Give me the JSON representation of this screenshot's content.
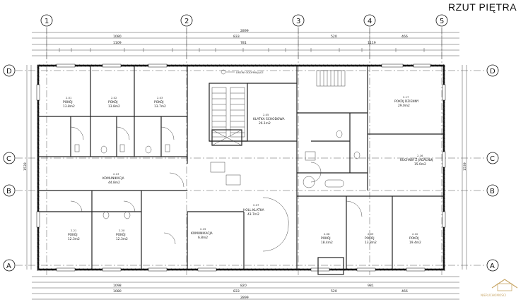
{
  "sheet": {
    "title": "RZUT PIĘTRA"
  },
  "axes": {
    "vertical": [
      "1",
      "2",
      "3",
      "4",
      "5"
    ],
    "horizontal": [
      "D",
      "C",
      "B",
      "A"
    ]
  },
  "dimensions": {
    "overall_top": "2899",
    "overall_bottom": "2899",
    "top_row1": [
      "1080",
      "833",
      "520",
      "466"
    ],
    "top_row2": [
      "1109",
      "781",
      "1119"
    ],
    "bottom_row1": [
      "1098",
      "820",
      "981"
    ],
    "bottom_row2": [
      "1080",
      "833",
      "520",
      "466"
    ],
    "left_total": "1539",
    "right_total": "1539"
  },
  "rooms": [
    {
      "no": "2.01",
      "name": "POKÓJ",
      "area": "13.8m2"
    },
    {
      "no": "2.02",
      "name": "POKÓJ",
      "area": "13.8m2"
    },
    {
      "no": "2.03",
      "name": "POKÓJ",
      "area": "13.7m2"
    },
    {
      "no": "2.13",
      "name": "KOMUNIKACJA",
      "area": "44.8m2"
    },
    {
      "no": "2.07",
      "name": "HOLL KLATKA",
      "area": "43.7m2"
    },
    {
      "no": "2.05",
      "name": "KLATKA SCHODOWA",
      "area": "26.1m2"
    },
    {
      "no": "2.17",
      "name": "POKÓJ DZIENNY",
      "area": "29.0m2"
    },
    {
      "no": "2.16",
      "name": "KUCHNIA Z JADALNIĄ",
      "area": "15.0m2"
    },
    {
      "no": "2.21",
      "name": "POKÓJ",
      "area": "12.3m2"
    },
    {
      "no": "2.20",
      "name": "POKÓJ",
      "area": "12.3m2"
    },
    {
      "no": "2.08",
      "name": "POKÓJ",
      "area": "18.4m2"
    },
    {
      "no": "2.09",
      "name": "POKÓJ",
      "area": "13.8m2"
    },
    {
      "no": "2.10",
      "name": "POKÓJ",
      "area": "19.4m2"
    },
    {
      "no": "2.19",
      "name": "KOMUNIKACJA",
      "area": "6.8m2"
    }
  ],
  "notes": {
    "smoke_vent": "DRZWI ODDYMIAJĄCE",
    "logo": "NIERUCHOMOŚCI"
  }
}
